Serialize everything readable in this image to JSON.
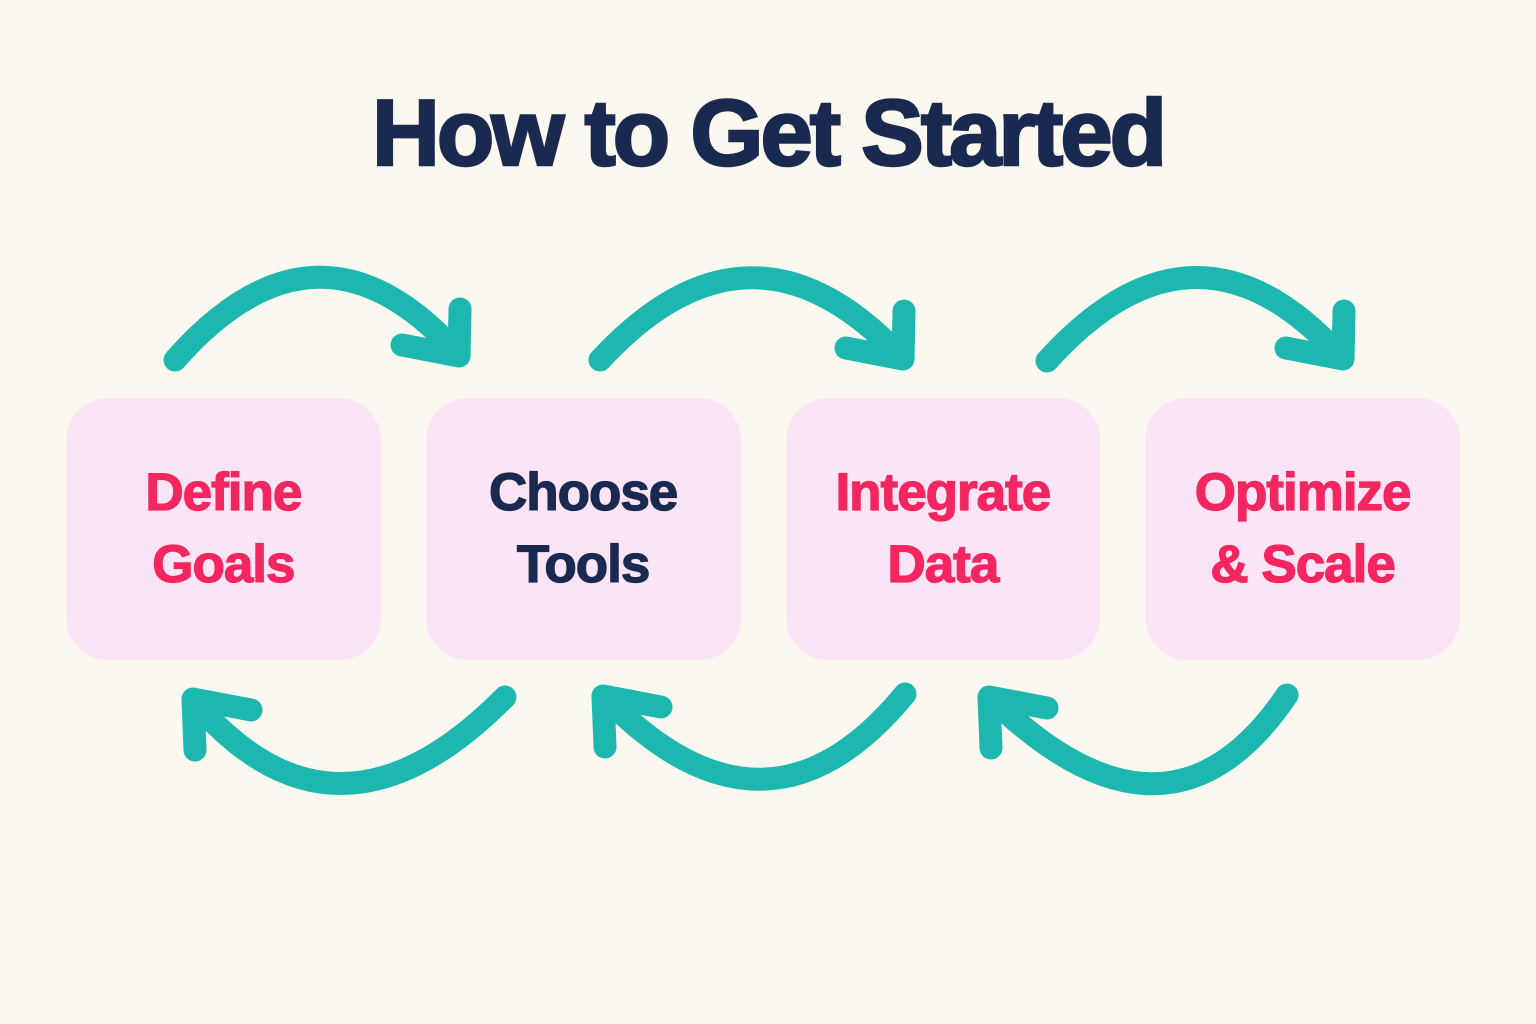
{
  "title": "How to Get Started",
  "colors": {
    "canvas_background": "#FBF8EF",
    "box_background": "#FBE4F6",
    "accent_pink": "#F4265F",
    "navy": "#1A2950",
    "arrow_teal": "#1CB8B0"
  },
  "steps": [
    {
      "line1": "Define",
      "line2": "Goals",
      "text_color": "pink"
    },
    {
      "line1": "Choose",
      "line2": "Tools",
      "text_color": "navy"
    },
    {
      "line1": "Integrate",
      "line2": "Data",
      "text_color": "pink"
    },
    {
      "line1": "Optimize",
      "line2": "& Scale",
      "text_color": "pink"
    }
  ],
  "arrows": {
    "forward_count": 3,
    "backward_count": 3,
    "forward_description": "curved arrows arcing over the gaps, pointing right",
    "backward_description": "curved arrows dipping under the gaps, pointing left"
  }
}
